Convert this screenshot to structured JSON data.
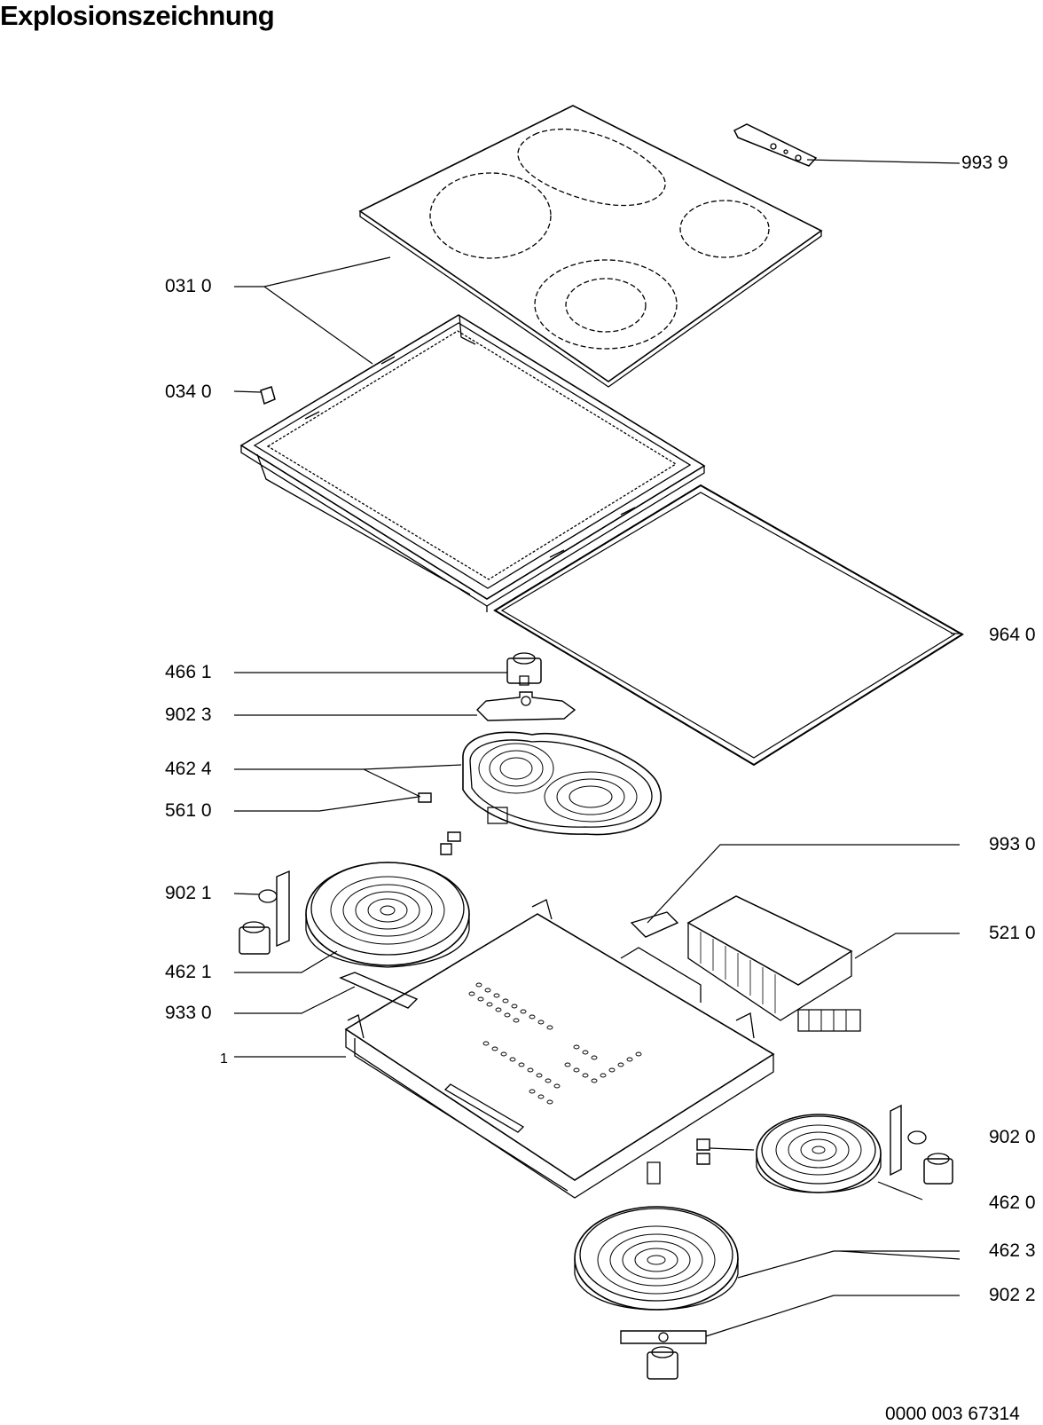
{
  "title": "Explosionszeichnung",
  "document_number": "0000 003 67314",
  "callouts": {
    "c9939": "993 9",
    "c0310": "031 0",
    "c0340": "034 0",
    "c9640": "964 0",
    "c4661": "466 1",
    "c9023": "902 3",
    "c4624": "462 4",
    "c5610": "561 0",
    "c9930": "993 0",
    "c9021": "902 1",
    "c5210": "521 0",
    "c4621": "462 1",
    "c9330": "933 0",
    "c1": "1",
    "c9020": "902 0",
    "c4620": "462 0",
    "c4623": "462 3",
    "c9022": "902 2"
  }
}
